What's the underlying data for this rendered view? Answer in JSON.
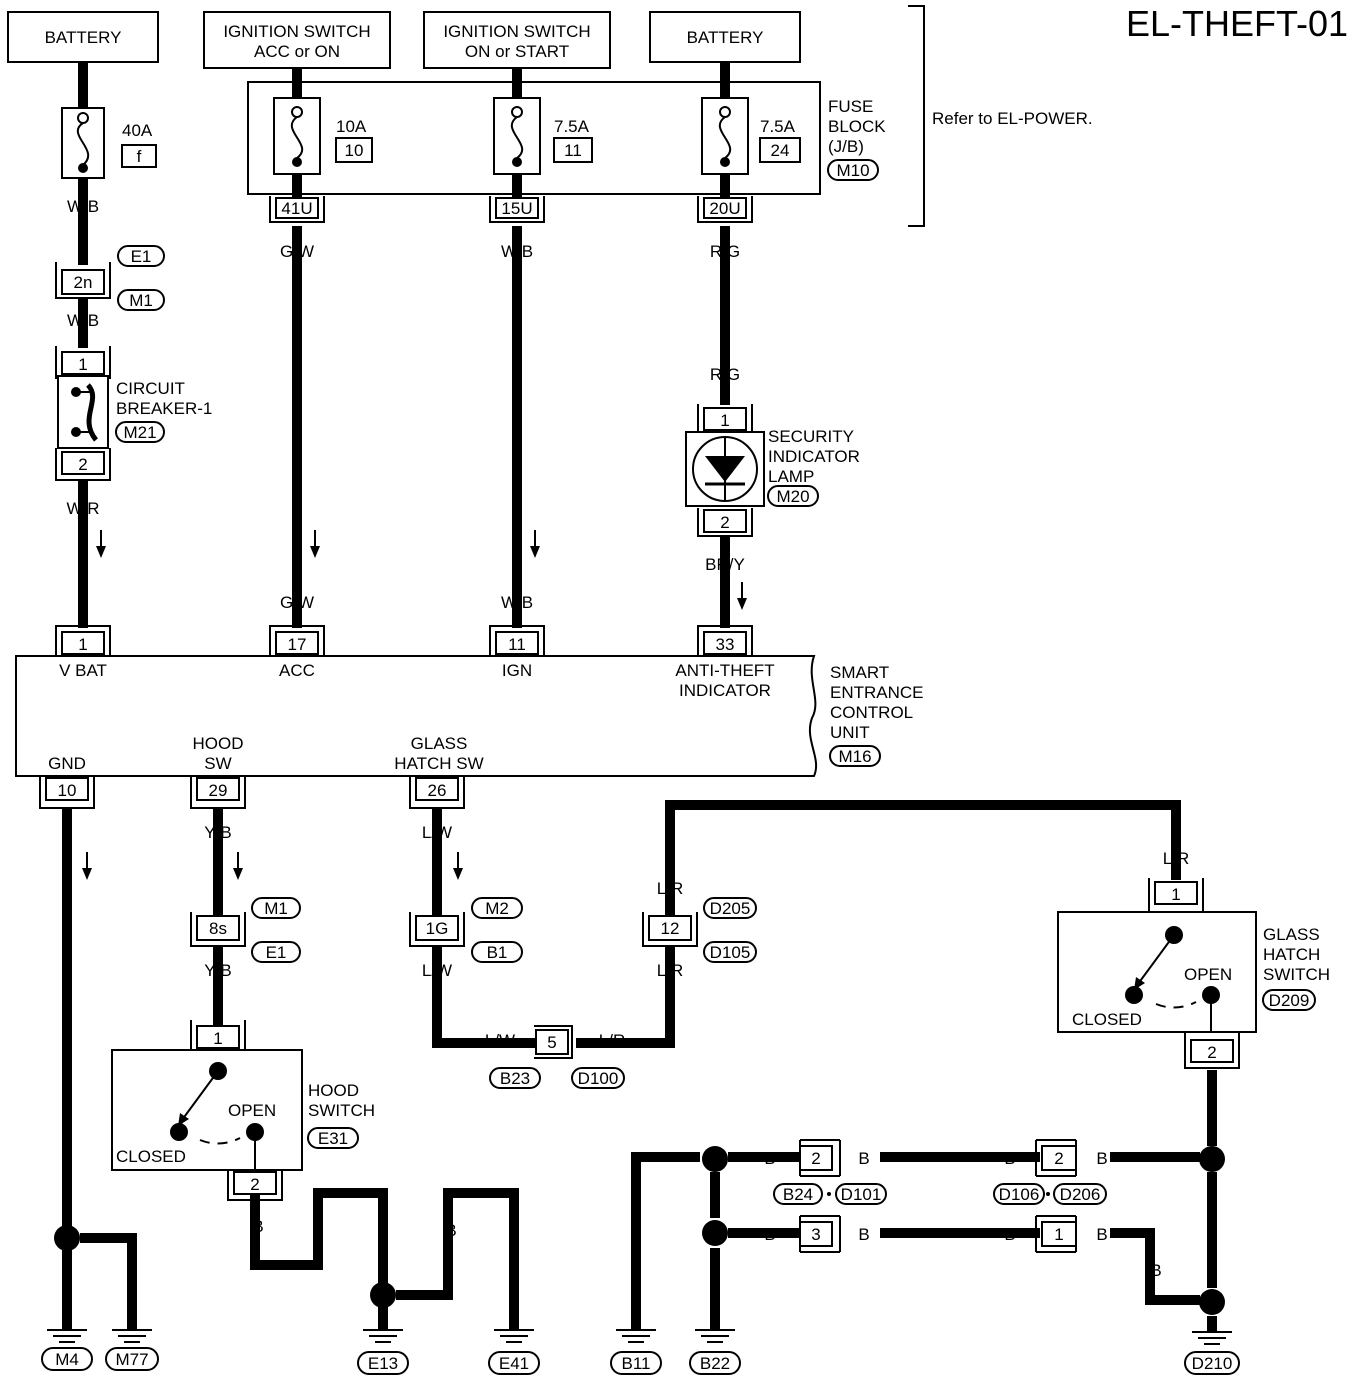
{
  "title": "EL-THEFT-01",
  "refer_note": "Refer to EL-POWER.",
  "sources": {
    "battery_left": "BATTERY",
    "ign_acc_l1": "IGNITION SWITCH",
    "ign_acc_l2": "ACC or ON",
    "ign_on_l1": "IGNITION SWITCH",
    "ign_on_l2": "ON or START",
    "battery_right": "BATTERY"
  },
  "fuses": {
    "main_amp": "40A",
    "main_num": "f",
    "f10_amp": "10A",
    "f10_num": "10",
    "f11_amp": "7.5A",
    "f11_num": "11",
    "f24_amp": "7.5A",
    "f24_num": "24"
  },
  "fuse_block": {
    "l1": "FUSE",
    "l2": "BLOCK",
    "l3": "(J/B)",
    "conn": "M10"
  },
  "fuse_block_pins": {
    "p1": "41U",
    "p2": "15U",
    "p3": "20U"
  },
  "wires": {
    "wb": "W/B",
    "wr": "W/R",
    "gw": "G/W",
    "rg": "R/G",
    "bry": "BR/Y",
    "b": "B",
    "yb": "Y/B",
    "lw": "L/W",
    "lr": "L/R"
  },
  "joint_2n": {
    "pin": "2n",
    "conn_a": "E1",
    "conn_b": "M1"
  },
  "breaker": {
    "l1": "CIRCUIT",
    "l2": "BREAKER-1",
    "conn": "M21",
    "pin1": "1",
    "pin2": "2"
  },
  "lamp": {
    "l1": "SECURITY",
    "l2": "INDICATOR",
    "l3": "LAMP",
    "conn": "M20",
    "pin1": "1",
    "pin2": "2"
  },
  "control_unit": {
    "l1": "SMART",
    "l2": "ENTRANCE",
    "l3": "CONTROL",
    "l4": "UNIT",
    "conn": "M16",
    "pin_vbat": "1",
    "lbl_vbat": "V BAT",
    "pin_acc": "17",
    "lbl_acc": "ACC",
    "pin_ign": "11",
    "lbl_ign": "IGN",
    "pin_anti": "33",
    "lbl_anti1": "ANTI-THEFT",
    "lbl_anti2": "INDICATOR",
    "pin_gnd": "10",
    "lbl_gnd": "GND",
    "pin_hood": "29",
    "lbl_hood1": "HOOD",
    "lbl_hood2": "SW",
    "pin_glass": "26",
    "lbl_glass1": "GLASS",
    "lbl_glass2": "HATCH SW"
  },
  "joints": {
    "j8s": {
      "pin": "8s",
      "conn_a": "M1",
      "conn_b": "E1"
    },
    "j1g": {
      "pin": "1G",
      "conn_a": "M2",
      "conn_b": "B1"
    },
    "j12": {
      "pin": "12",
      "conn_a": "D205",
      "conn_b": "D105"
    },
    "j5": {
      "pin": "5",
      "conn_a": "B23",
      "conn_b": "D100"
    },
    "jb2": {
      "pin": "2",
      "conn_a": "B24",
      "conn_b": "D101"
    },
    "jb3": {
      "pin": "3"
    },
    "jd2": {
      "pin": "2",
      "conn_a": "D106",
      "conn_b": "D206"
    },
    "jd1": {
      "pin": "1"
    }
  },
  "hood_switch": {
    "l1": "HOOD",
    "l2": "SWITCH",
    "conn": "E31",
    "open": "OPEN",
    "closed": "CLOSED",
    "pin1": "1",
    "pin2": "2"
  },
  "glass_switch": {
    "l1": "GLASS",
    "l2": "HATCH",
    "l3": "SWITCH",
    "conn": "D209",
    "open": "OPEN",
    "closed": "CLOSED",
    "pin1": "1",
    "pin2": "2"
  },
  "grounds": {
    "m4": "M4",
    "m77": "M77",
    "e13": "E13",
    "e41": "E41",
    "b11": "B11",
    "b22": "B22",
    "d210": "D210"
  }
}
